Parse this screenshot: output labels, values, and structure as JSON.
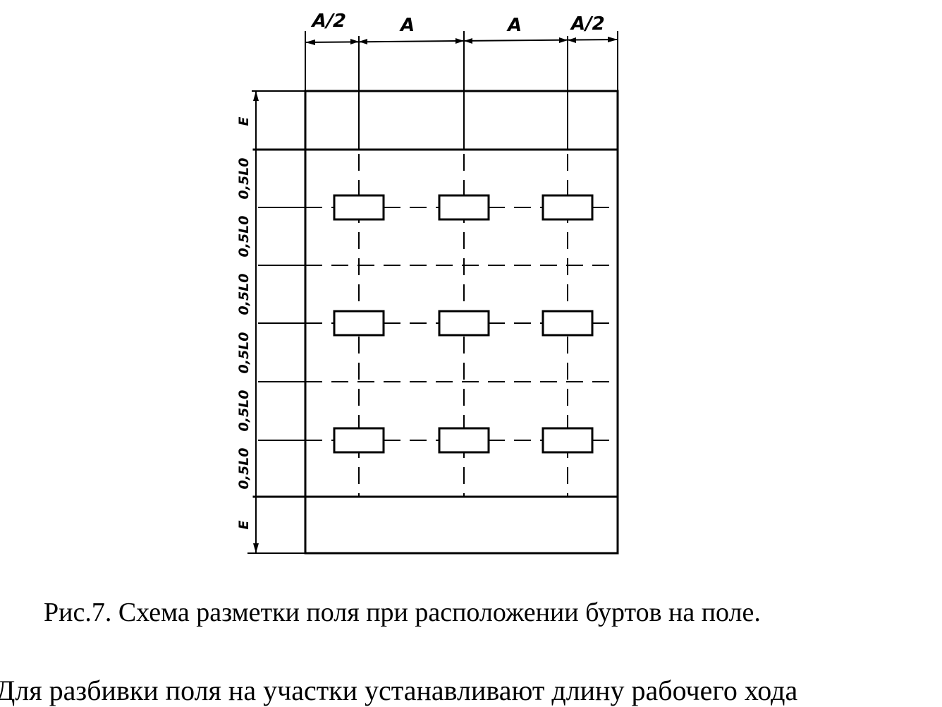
{
  "top_dimensions": [
    "A/2",
    "A",
    "A",
    "A/2"
  ],
  "left_dimensions": [
    "E",
    "0,5L0",
    "0,5L0",
    "0,5L0",
    "0,5L0",
    "0,5L0",
    "0,5L0",
    "E"
  ],
  "caption": "Рис.7. Схема разметки поля при расположении буртов на поле.",
  "bottom_text": "Для разбивки поля на участки устанавливают длину рабочего хода"
}
